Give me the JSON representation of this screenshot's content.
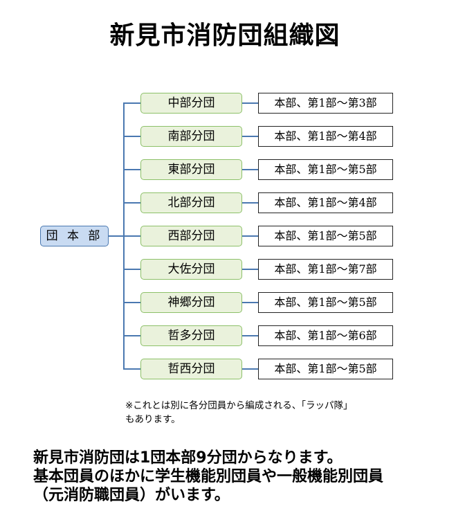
{
  "title": "新見市消防団組織図",
  "headquarters": "団 本 部",
  "branches": [
    {
      "name": "中部分団",
      "units": "本部、第1部～第3部"
    },
    {
      "name": "南部分団",
      "units": "本部、第1部～第4部"
    },
    {
      "name": "東部分団",
      "units": "本部、第1部～第5部"
    },
    {
      "name": "北部分団",
      "units": "本部、第1部～第4部"
    },
    {
      "name": "西部分団",
      "units": "本部、第1部～第5部"
    },
    {
      "name": "大佐分団",
      "units": "本部、第1部～第7部"
    },
    {
      "name": "神郷分団",
      "units": "本部、第1部～第5部"
    },
    {
      "name": "哲多分団",
      "units": "本部、第1部～第6部"
    },
    {
      "name": "哲西分団",
      "units": "本部、第1部～第5部"
    }
  ],
  "note": [
    "※これとは別に各分団員から編成される、「ラッパ隊」",
    "もあります。"
  ],
  "summary": [
    "新見市消防団は1団本部9分団からなります。",
    "基本団員のほかに学生機能別団員や一般機能別団員",
    "（元消防職団員）がいます。"
  ]
}
